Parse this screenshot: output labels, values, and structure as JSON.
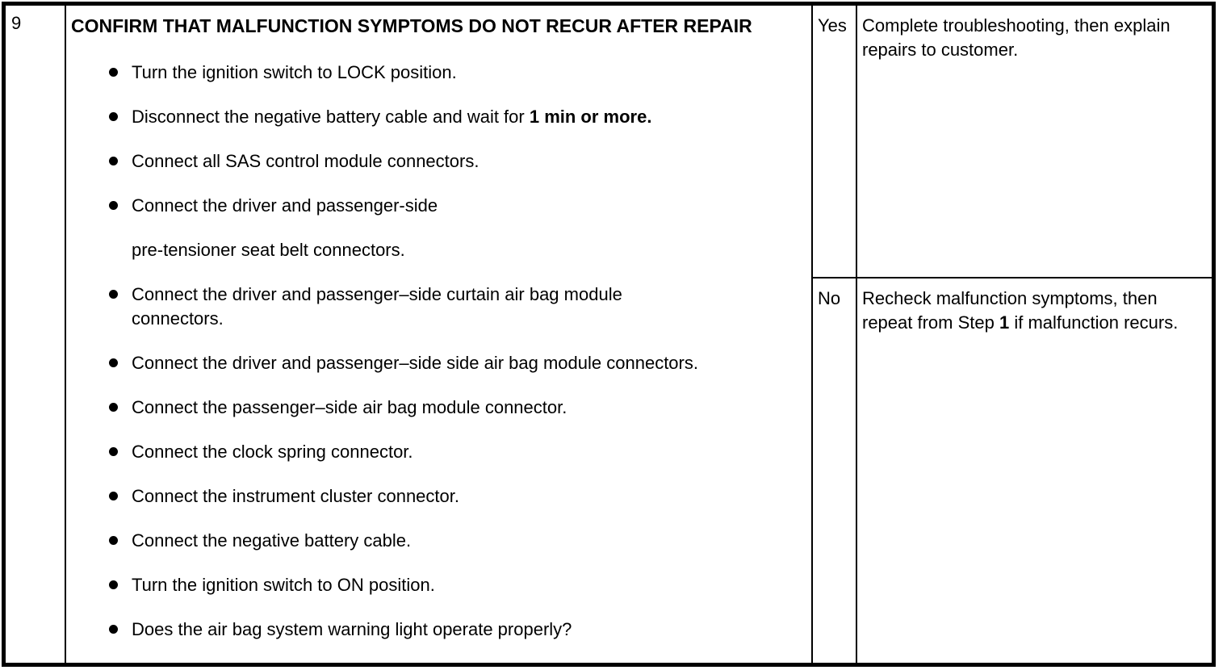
{
  "step": {
    "number": "9",
    "title": "CONFIRM THAT MALFUNCTION SYMPTOMS DO NOT RECUR AFTER REPAIR",
    "bullets": [
      {
        "lines": [
          "Turn the ignition switch to LOCK position."
        ]
      },
      {
        "text": "Disconnect the negative battery cable and wait for ",
        "bold_text": "1 min or more."
      },
      {
        "lines": [
          "Connect all SAS control module connectors."
        ]
      },
      {
        "lines": [
          "Connect the driver and passenger-side"
        ]
      },
      {
        "continuation": true,
        "lines": [
          "pre-tensioner seat belt connectors."
        ]
      },
      {
        "lines": [
          "Connect the driver and passenger–side curtain air bag module",
          "connectors."
        ]
      },
      {
        "lines": [
          "Connect the driver and passenger–side side air bag module connectors."
        ]
      },
      {
        "lines": [
          "Connect the passenger–side air bag module connector."
        ]
      },
      {
        "lines": [
          "Connect the clock spring connector."
        ]
      },
      {
        "lines": [
          "Connect the instrument cluster connector."
        ]
      },
      {
        "lines": [
          "Connect the negative battery cable."
        ]
      },
      {
        "lines": [
          "Turn the ignition switch to ON position."
        ]
      },
      {
        "lines": [
          "Does the air bag system warning light operate properly?"
        ]
      }
    ],
    "results": [
      {
        "answer": "Yes",
        "action": "Complete troubleshooting, then explain repairs to customer."
      },
      {
        "answer": "No",
        "action_before": "Recheck malfunction symptoms, then repeat from Step ",
        "action_bold": "1",
        "action_after": " if malfunction recurs."
      }
    ]
  },
  "colors": {
    "border": "#000000",
    "background": "#ffffff",
    "text": "#000000"
  }
}
